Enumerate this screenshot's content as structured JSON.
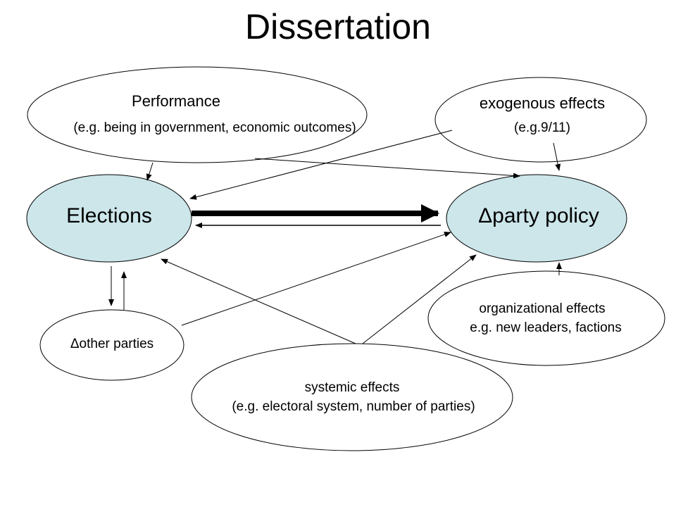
{
  "title": "Dissertation",
  "nodes": {
    "performance": {
      "label": "Performance",
      "sublabel": "(e.g. being in government, economic outcomes)"
    },
    "exogenous": {
      "label": "exogenous effects",
      "sublabel": "(e.g.9/11)"
    },
    "elections": {
      "label": "Elections"
    },
    "party_policy": {
      "label": "Δparty policy"
    },
    "other_parties": {
      "label": "Δother parties"
    },
    "organizational": {
      "label": "organizational effects",
      "sublabel": "e.g. new leaders, factions"
    },
    "systemic": {
      "label": "systemic effects",
      "sublabel": "(e.g. electoral system, number of parties)"
    }
  },
  "colors": {
    "highlight_fill": "#cce6ea",
    "outline": "#000000"
  }
}
